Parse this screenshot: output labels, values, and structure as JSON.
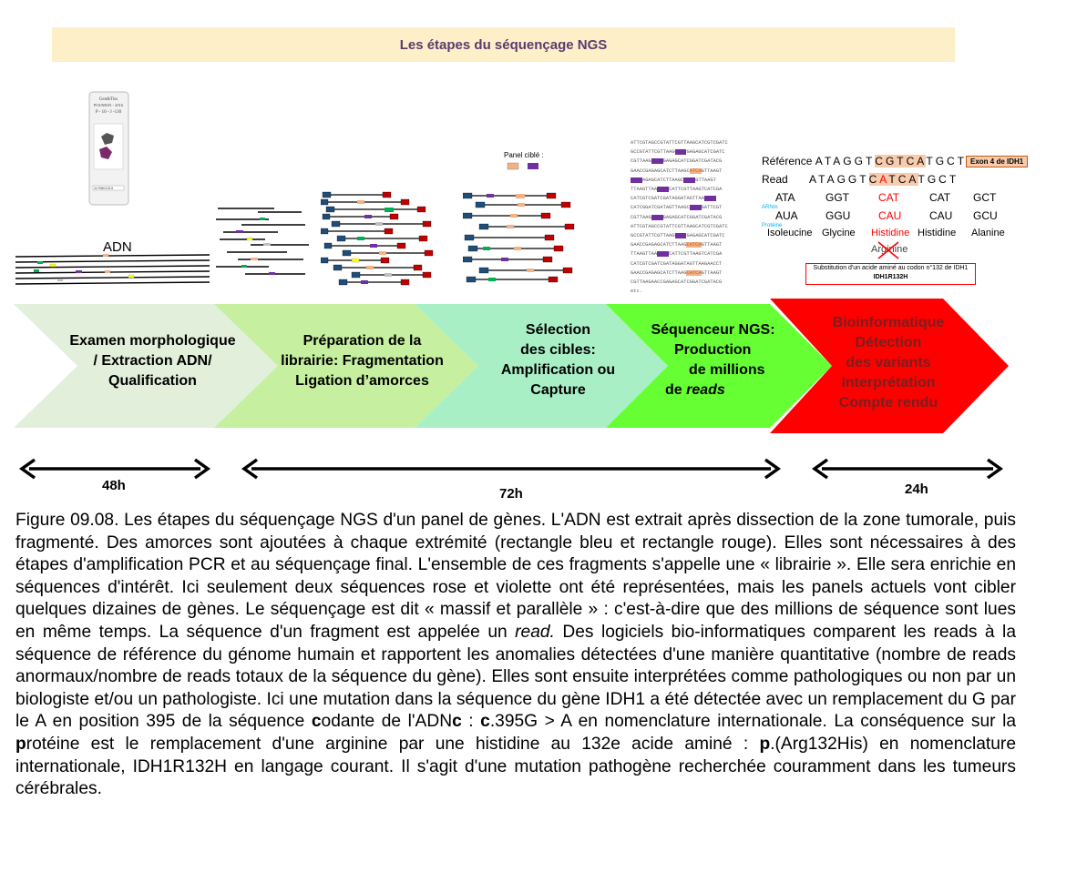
{
  "title": "Les étapes du séquençage NGS",
  "vial": {
    "lines": [
      "Gen&Tiss",
      "POUMON - 2016",
      "P - 10 - J -130"
    ],
    "barcode": "1170801313"
  },
  "adn_label": "ADN",
  "panel": {
    "label": "Panel ciblé :"
  },
  "sequences": [
    [
      "ATTCGTAGCCGTATTCGTTAAGCATCGTCGATC"
    ],
    [
      "GCCGTATTCGTTAAG",
      "CATC",
      "GAGAGCATCGATC"
    ],
    [
      "CGTTAAG",
      "CATC",
      "GAGAGCATCGGATCGATACG"
    ],
    [
      "GAACCGAGAGCATCTTAAGC",
      "ATCA",
      "GTTAAGT"
    ],
    [
      "",
      "ATCC",
      "AGAGCATCTTAAGC",
      "ATCA",
      "GTTAAGT"
    ],
    [
      "TTAAGTTAA",
      "GTCG",
      "CATTCGTTAAGTCATCGA"
    ],
    [
      "CATCGTCGATCGATAGGATAGTTAA",
      "GTCG",
      ""
    ],
    [
      "CATCGGATCGATAGTTAAGC",
      "ATCC",
      "GATTCGT"
    ],
    [
      "CGTTAAG",
      "CATC",
      "GAGAGCATCGGATCGATACG"
    ],
    [
      "ATTCGTAGCCGTATTCGTTAAGCATCGTCGATC"
    ],
    [
      "GCCGTATTCGTTAAG",
      "CATC",
      "GAGAGCATCGATC"
    ],
    [
      "GAACCGAGAGCATCTTAAG",
      "CATCA",
      "GTTAAGT"
    ],
    [
      "TTAAGTTAA",
      "GTCG",
      "CATTCGTTAAGTCATCGA"
    ],
    [
      "CATCGTCGATCGATAGGATAGTTAAGAACCT"
    ],
    [
      "GAACCGAGAGCATCTTAAG",
      "CATCA",
      "GTTAAGT"
    ],
    [
      "CGTTAAGAACCGAGAGCATCGGATCGATACG"
    ],
    [
      "etc."
    ]
  ],
  "variant": {
    "reference_label": "Référence",
    "reference_pre": "ATAGGT",
    "reference_box": "CGTCA",
    "reference_post": "TGCT",
    "exon_tag": "Exon 4 de IDH1",
    "read_label": "Read",
    "read_pre": "ATAGGT",
    "read_box_a": "C",
    "read_box_b": "A",
    "read_box_c": "TCA",
    "read_post": "TGCT",
    "codons_dna": [
      "ATA",
      "GGT",
      "CAT",
      "CAT",
      "GCT"
    ],
    "arnm_label": "ARNm",
    "codons_rna": [
      "AUA",
      "GGU",
      "CAU",
      "CAU",
      "GCU"
    ],
    "proteine_label": "Protéine",
    "amino_acids": [
      "Isoleucine",
      "Glycine",
      "Histidine",
      "Histidine",
      "Alanine"
    ],
    "replaced": "Arginine",
    "substitution_text": "Substitution d'un acide aminé au codon n°132 de IDH1",
    "substitution_code": "IDH1R132H"
  },
  "steps": [
    {
      "lines": [
        "Examen morphologique",
        "/ Extraction ADN/",
        "Qualification"
      ],
      "color": "#e2efda"
    },
    {
      "lines": [
        "Préparation de la",
        "librairie: Fragmentation",
        "Ligation d’amorces"
      ],
      "color": "#c6efa0"
    },
    {
      "lines": [
        "Sélection",
        "des cibles:",
        "Amplification ou",
        "Capture"
      ],
      "color": "#a9efc6"
    },
    {
      "lines": [
        "Séquenceur NGS:",
        "Production",
        "de millions",
        "reads"
      ],
      "color": "#66ff33"
    },
    {
      "lines": [
        "Bioinformatique",
        "Détection",
        "des variants",
        "Interprétation",
        "Compte rendu"
      ],
      "color": "#ff0000"
    }
  ],
  "step4_prefix": "de ",
  "durations": [
    "48h",
    "72h",
    "24h"
  ],
  "caption": {
    "p1": "Figure 09.08. Les étapes du séquençage NGS d'un panel de gènes. L'ADN est extrait après dissection de la zone tumorale, puis fragmenté. Des amorces sont ajoutées à chaque extrémité (rectangle bleu et rectangle rouge). Elles sont nécessaires à des étapes d'amplification PCR et au séquençage final. L'ensemble de ces fragments s'appelle une « librairie ». Elle sera enrichie en séquences d'intérêt. Ici seulement deux séquences rose et violette ont été représentées, mais les panels actuels vont cibler quelques dizaines de gènes. Le séquençage est dit « massif et parallèle » : c'est-à-dire que des millions de séquence sont lues en même temps. La séquence d'un fragment est appelée un ",
    "read_word": "read.",
    "p2": " Des logiciels bio-informatiques comparent les reads à la séquence de référence du génome humain et rapportent les anomalies détectées d'une manière quantitative (nombre de reads anormaux/nombre de reads totaux de la séquence du gène). Elles sont ensuite interprétées comme pathologiques ou non par un biologiste et/ou un pathologiste. Ici une mutation dans la séquence du gène IDH1 a été détectée avec un remplacement du G par le A en position 395 de la séquence ",
    "c_bold": "c",
    "p3": "odante de l'ADN",
    "c_bold2": "c",
    "p4": " : ",
    "c_bold3": "c",
    "p5": ".395G > A en nomenclature internationale. La conséquence sur la ",
    "p_bold": "p",
    "p6": "rotéine est le remplacement d'une arginine par une histidine au 132e acide aminé : ",
    "p_bold2": "p",
    "p7": ".(Arg132His) en nomenclature internationale, IDH1R132H en langage courant. Il s'agit d'une mutation pathogène recherchée couramment dans les tumeurs cérébrales."
  },
  "colors": {
    "blue": "#1f4e79",
    "red": "#c00000",
    "green": "#00b050",
    "purple": "#7030a0",
    "peach": "#f4b183",
    "yellow": "#ffff00",
    "gray": "#bfbfbf"
  }
}
